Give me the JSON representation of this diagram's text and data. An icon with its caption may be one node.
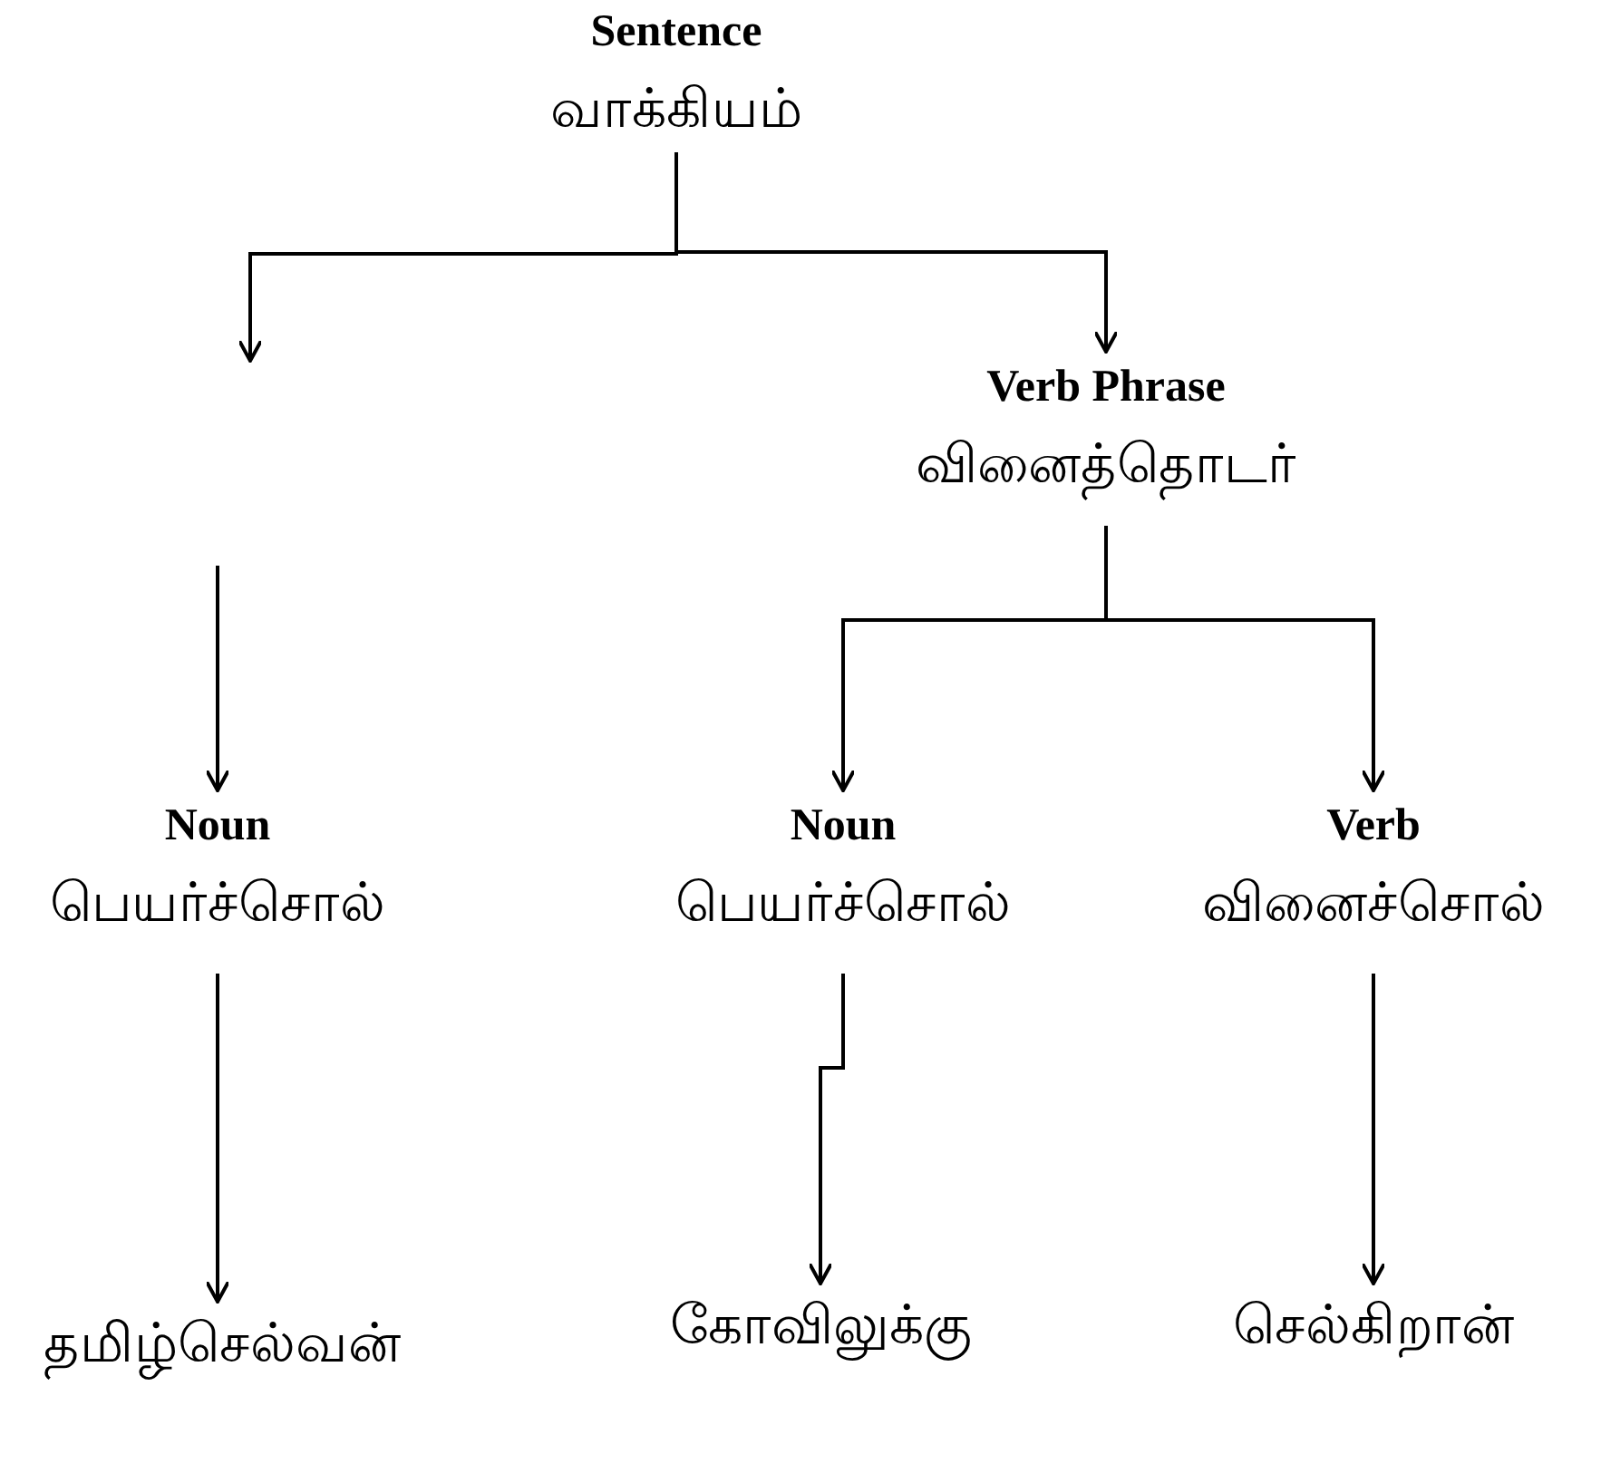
{
  "diagram": {
    "nodes": [
      {
        "text": [
          "Sentence",
          "வாக்கியம்"
        ]
      },
      {
        "text": [
          "Verb Phrase",
          "வினைத்தொடர்"
        ]
      },
      {
        "text": [
          "Noun",
          "பெயர்ச்சொல்"
        ]
      },
      {
        "text": [
          "Noun",
          "பெயர்ச்சொல்"
        ]
      },
      {
        "text": [
          "Verb",
          "வினைச்சொல்"
        ]
      },
      {
        "text": [
          "தமிழ்செல்வன்"
        ]
      },
      {
        "text": [
          "கோவிலுக்கு"
        ]
      },
      {
        "text": [
          "செல்கிறான்"
        ]
      }
    ],
    "edges": [
      {
        "from": 0,
        "to": null,
        "arrow": "to"
      },
      {
        "from": 0,
        "to": 1,
        "arrow": "to"
      },
      {
        "from": null,
        "to": 2,
        "arrow": "to"
      },
      {
        "from": 1,
        "to": 3,
        "arrow": "to"
      },
      {
        "from": 1,
        "to": 4,
        "arrow": "to"
      },
      {
        "from": 2,
        "to": 5,
        "arrow": "to"
      },
      {
        "from": 3,
        "to": 6,
        "arrow": "to"
      },
      {
        "from": 4,
        "to": 7,
        "arrow": "to"
      }
    ]
  }
}
